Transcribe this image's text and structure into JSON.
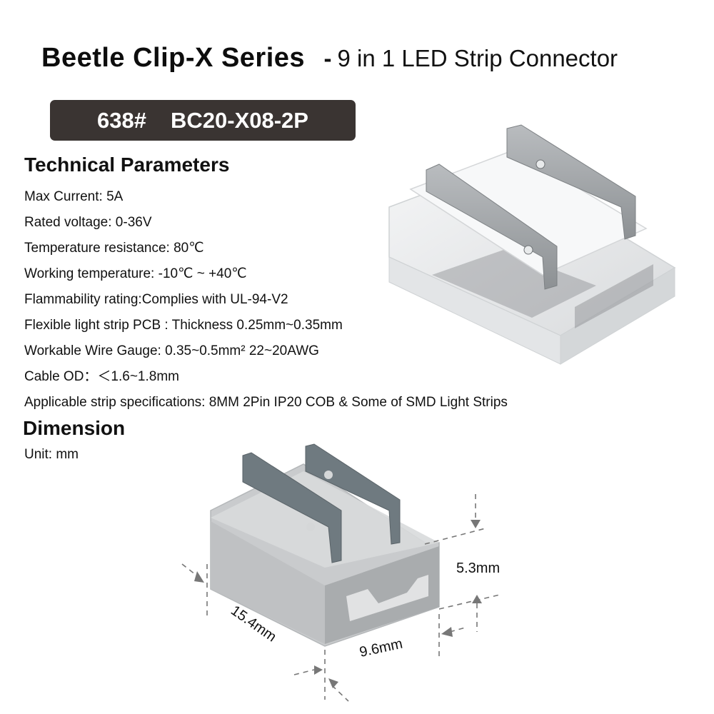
{
  "header": {
    "title_bold": "Beetle Clip-X Series",
    "title_separator": "-",
    "title_subtitle": "9 in 1 LED Strip Connector"
  },
  "badge": {
    "item_number": "638#",
    "model": "BC20-X08-2P",
    "background_color": "#3a3432"
  },
  "technical": {
    "heading": "Technical Parameters",
    "params": [
      "Max Current: 5A",
      "Rated voltage: 0-36V",
      "Temperature resistance: 80℃",
      "Working temperature: -10℃ ~ +40℃",
      "Flammability rating:Complies with UL-94-V2",
      "Flexible light strip PCB : Thickness 0.25mm~0.35mm",
      "Workable Wire Gauge: 0.35~0.5mm²   22~20AWG",
      "Cable OD：＜1.6~1.8mm",
      "Applicable strip specifications:  8MM  2Pin IP20 COB & Some of SMD Light Strips"
    ]
  },
  "dimension": {
    "heading": "Dimension",
    "unit": "Unit: mm",
    "height_label": "5.3mm",
    "width_label": "9.6mm",
    "length_label": "15.4mm"
  },
  "images": {
    "product_render": "clear-connector-with-metal-blades",
    "dimension_render": "gray-connector-dimension-drawing"
  }
}
